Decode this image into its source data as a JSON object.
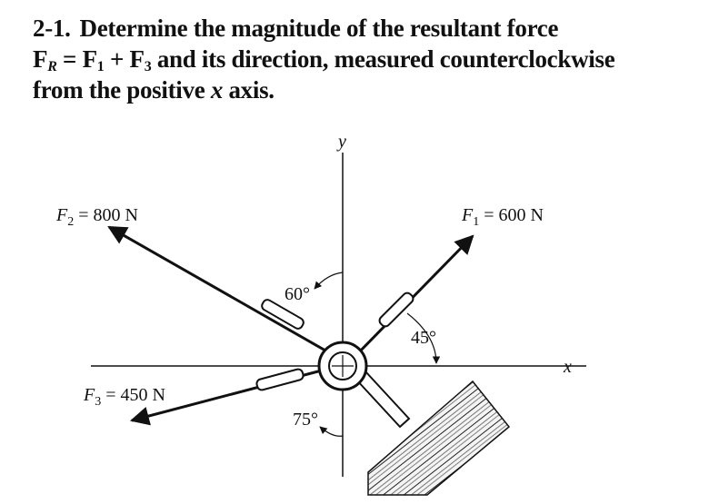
{
  "problem": {
    "number": "2-1.",
    "line1": "Determine the magnitude of the resultant force",
    "fr_symbol": "F",
    "fr_sub": "R",
    "eq": "=",
    "f1_symbol": "F",
    "f1_sub": "1",
    "plus": "+",
    "f3_symbol": "F",
    "f3_sub": "3",
    "line2_rest": "and its direction, measured counterclockwise",
    "line3_pre": "from the positive",
    "line3_var": "x",
    "line3_post": "axis."
  },
  "diagram": {
    "axis_y": "y",
    "axis_x": "x",
    "forces": [
      {
        "symbol": "F",
        "sub": "1",
        "rest": " = 600 N",
        "angle_deg": 45
      },
      {
        "symbol": "F",
        "sub": "2",
        "rest": " = 800 N",
        "angle_deg": 150
      },
      {
        "symbol": "F",
        "sub": "3",
        "rest": " = 450 N",
        "angle_deg": 195
      }
    ],
    "angle_labels": {
      "f1": "45°",
      "f2": "60°",
      "f3": "75°"
    }
  }
}
